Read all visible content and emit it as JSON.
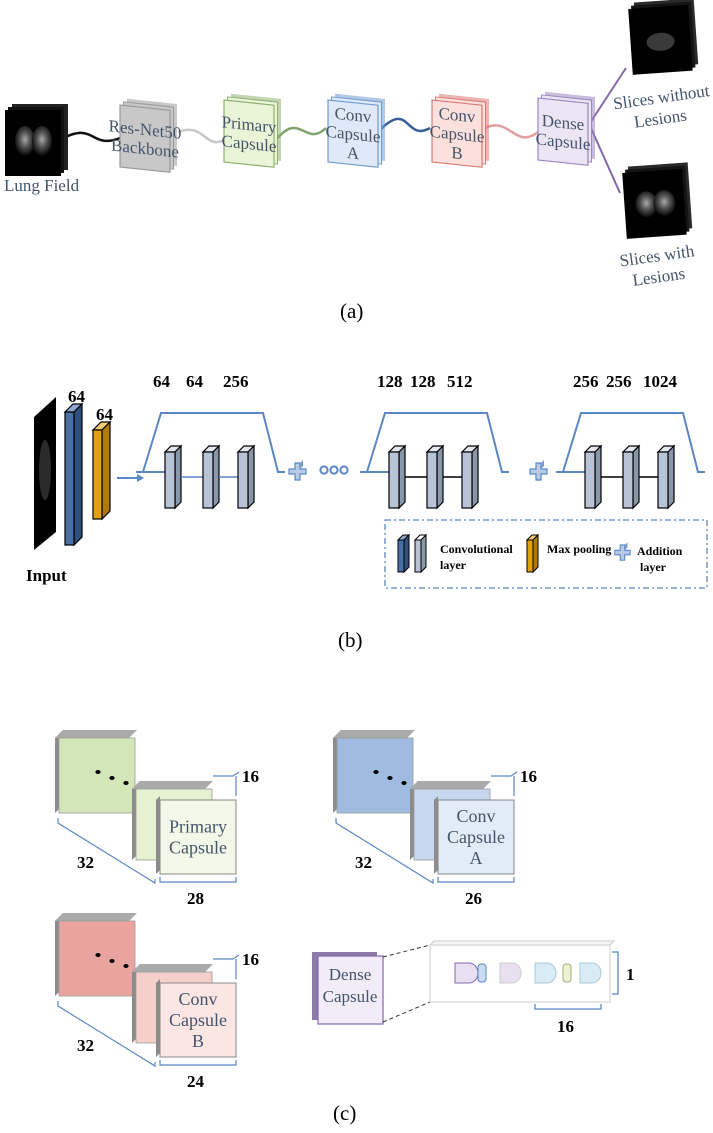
{
  "panel_a": {
    "caption": "(a)",
    "input_label": "Lung Field",
    "stages": [
      {
        "lines": [
          "Res-Net50",
          "Backbone"
        ],
        "fill": "#c8c8c8"
      },
      {
        "lines": [
          "Primary",
          "Capsule"
        ],
        "fill": "#eaf5d8"
      },
      {
        "lines": [
          "Conv",
          "Capsule",
          "A"
        ],
        "fill": "#dfe9f7"
      },
      {
        "lines": [
          "Conv",
          "Capsule",
          "B"
        ],
        "fill": "#fbe0dc"
      },
      {
        "lines": [
          "Dense",
          "Capsule"
        ],
        "fill": "#ece6f4"
      }
    ],
    "output_top": [
      "Slices without",
      "Lesions"
    ],
    "output_bottom": [
      "Slices with",
      "Lesions"
    ]
  },
  "panel_b": {
    "caption": "(b)",
    "input_label": "Input",
    "first_layer_values": [
      "64",
      "64"
    ],
    "blocks": [
      [
        "64",
        "64",
        "256"
      ],
      [
        "128",
        "128",
        "512"
      ],
      [
        "256",
        "256",
        "1024"
      ]
    ],
    "legend": {
      "conv": [
        "Convolutional",
        "layer"
      ],
      "pool": "Max pooling",
      "add": [
        "Addition",
        "layer"
      ]
    },
    "colors": {
      "conv_blue": "#4a6fa5",
      "pool_orange": "#e0a010",
      "layer_gray": "#b9c3d6",
      "line_blue": "#5b87c4"
    }
  },
  "panel_c": {
    "caption": "(c)",
    "capsules": [
      {
        "lines": [
          "Primary",
          "Capsule"
        ],
        "depth": "32",
        "side": "16",
        "bottom": "28",
        "back": "#d3e6b8",
        "mid": "#e5f2d2",
        "front": "#f3f9e8"
      },
      {
        "lines": [
          "Conv",
          "Capsule",
          "A"
        ],
        "depth": "32",
        "side": "16",
        "bottom": "26",
        "back": "#9fbce0",
        "mid": "#c5d8ef",
        "front": "#e2ecf8"
      },
      {
        "lines": [
          "Conv",
          "Capsule",
          "B"
        ],
        "depth": "32",
        "side": "16",
        "bottom": "24",
        "back": "#e9a4a0",
        "mid": "#f6cfcb",
        "front": "#fbe6e3"
      }
    ],
    "dense": {
      "lines": [
        "Dense",
        "Capsule"
      ],
      "side": "1",
      "bottom": "16"
    }
  }
}
